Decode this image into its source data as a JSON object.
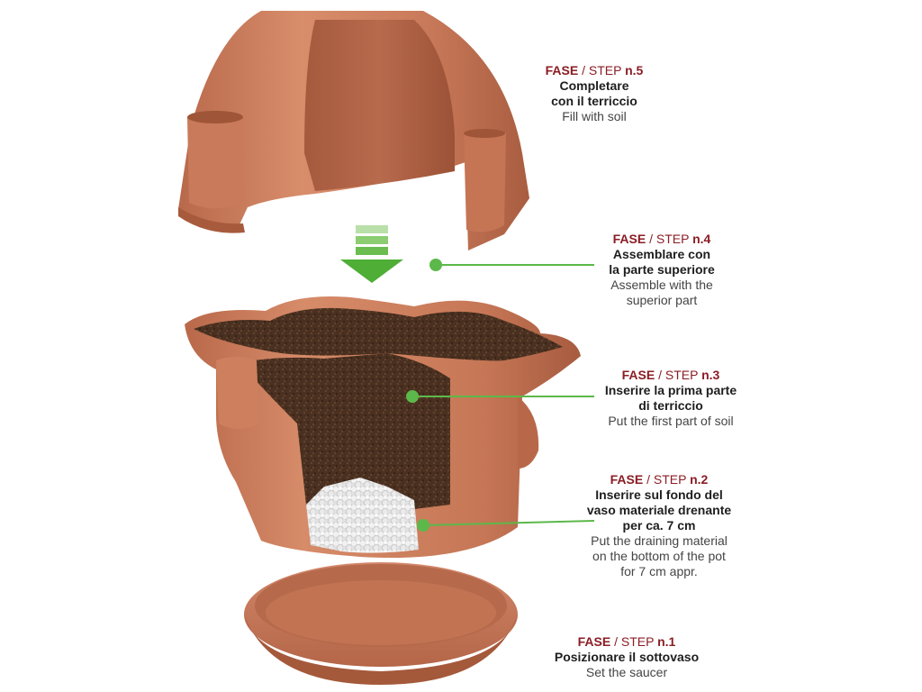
{
  "colors": {
    "terracotta": "#c97a5a",
    "terracotta_dark": "#a85a3d",
    "terracotta_light": "#dc9272",
    "soil": "#4a3020",
    "drain": "#e6e6e6",
    "accent_green": "#5cb84a",
    "label_red": "#8b1d24"
  },
  "icons": [
    "down-arrow-icon",
    "leader-dot-icon"
  ],
  "steps": [
    {
      "fase": "FASE",
      "sep": "/",
      "step_word": "STEP",
      "num": "n.5",
      "it_lines": [
        "Completare",
        "con il terriccio"
      ],
      "en_lines": [
        "Fill with soil"
      ]
    },
    {
      "fase": "FASE",
      "sep": "/",
      "step_word": "STEP",
      "num": "n.4",
      "it_lines": [
        "Assemblare con",
        "la parte superiore"
      ],
      "en_lines": [
        "Assemble with the",
        "superior part"
      ]
    },
    {
      "fase": "FASE",
      "sep": "/",
      "step_word": "STEP",
      "num": "n.3",
      "it_lines": [
        "Inserire la prima parte",
        "di terriccio"
      ],
      "en_lines": [
        "Put the first part of soil"
      ]
    },
    {
      "fase": "FASE",
      "sep": "/",
      "step_word": "STEP",
      "num": "n.2",
      "it_lines": [
        "Inserire sul fondo del",
        "vaso materiale drenante",
        "per ca. 7 cm"
      ],
      "en_lines": [
        "Put the draining material",
        "on the bottom of the pot",
        "for 7 cm appr."
      ]
    },
    {
      "fase": "FASE",
      "sep": "/",
      "step_word": "STEP",
      "num": "n.1",
      "it_lines": [
        "Posizionare il sottovaso"
      ],
      "en_lines": [
        "Set the saucer"
      ]
    }
  ]
}
